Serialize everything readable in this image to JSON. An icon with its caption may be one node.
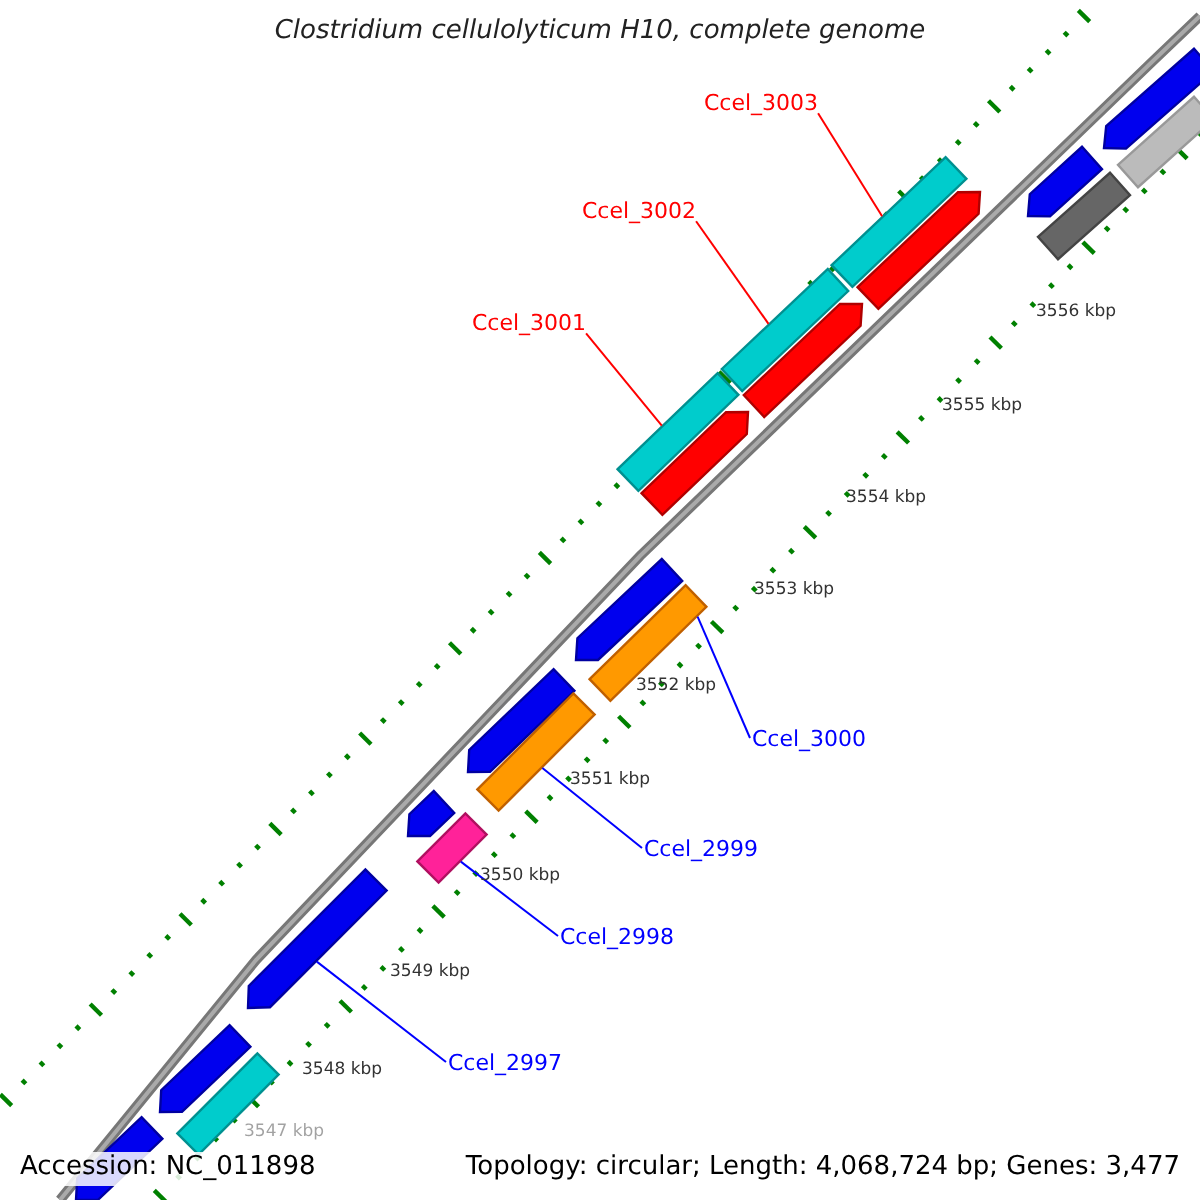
{
  "diagram": {
    "title": "Clostridium cellulolyticum H10, complete genome",
    "nodes": [
      {
        "text": [
          "Ccel_3003"
        ]
      },
      {
        "text": [
          "Ccel_3002"
        ]
      },
      {
        "text": [
          "Ccel_3001"
        ]
      },
      {
        "text": [],
        "shape": "bar"
      },
      {
        "text": [],
        "shape": "bar"
      },
      {
        "text": [],
        "shape": "bar"
      },
      {
        "text": [
          "Ccel_3000"
        ]
      },
      {
        "text": [
          "Ccel_2999"
        ]
      },
      {
        "text": [
          "Ccel_2998"
        ]
      },
      {
        "text": [
          "Ccel_2997"
        ]
      },
      {
        "text": [],
        "shape": "bar"
      },
      {
        "text": [],
        "shape": "bar"
      },
      {
        "text": [],
        "shape": "bar"
      },
      {
        "text": [],
        "shape": "bar"
      }
    ],
    "edges": [
      {
        "from": 0,
        "to": 5,
        "arrow": "none",
        "color": "#ff0000"
      },
      {
        "from": 1,
        "to": 4,
        "arrow": "none",
        "color": "#ff0000"
      },
      {
        "from": 2,
        "to": 3,
        "arrow": "none",
        "color": "#ff0000"
      },
      {
        "from": 6,
        "to": 13,
        "arrow": "none"
      },
      {
        "from": 7,
        "to": 12,
        "arrow": "none"
      },
      {
        "from": 8,
        "to": 11,
        "arrow": "none"
      },
      {
        "from": 9,
        "to": 10,
        "arrow": "none"
      }
    ],
    "labels": [
      "3556 kbp",
      "3555 kbp",
      "3554 kbp",
      "3553 kbp",
      "3552 kbp",
      "3551 kbp",
      "3550 kbp",
      "3549 kbp",
      "3548 kbp",
      "3547 kbp",
      "Accession: NC_011898",
      "Topology: circular; Length: 4,068,724 bp; Genes: 3,477"
    ]
  }
}
